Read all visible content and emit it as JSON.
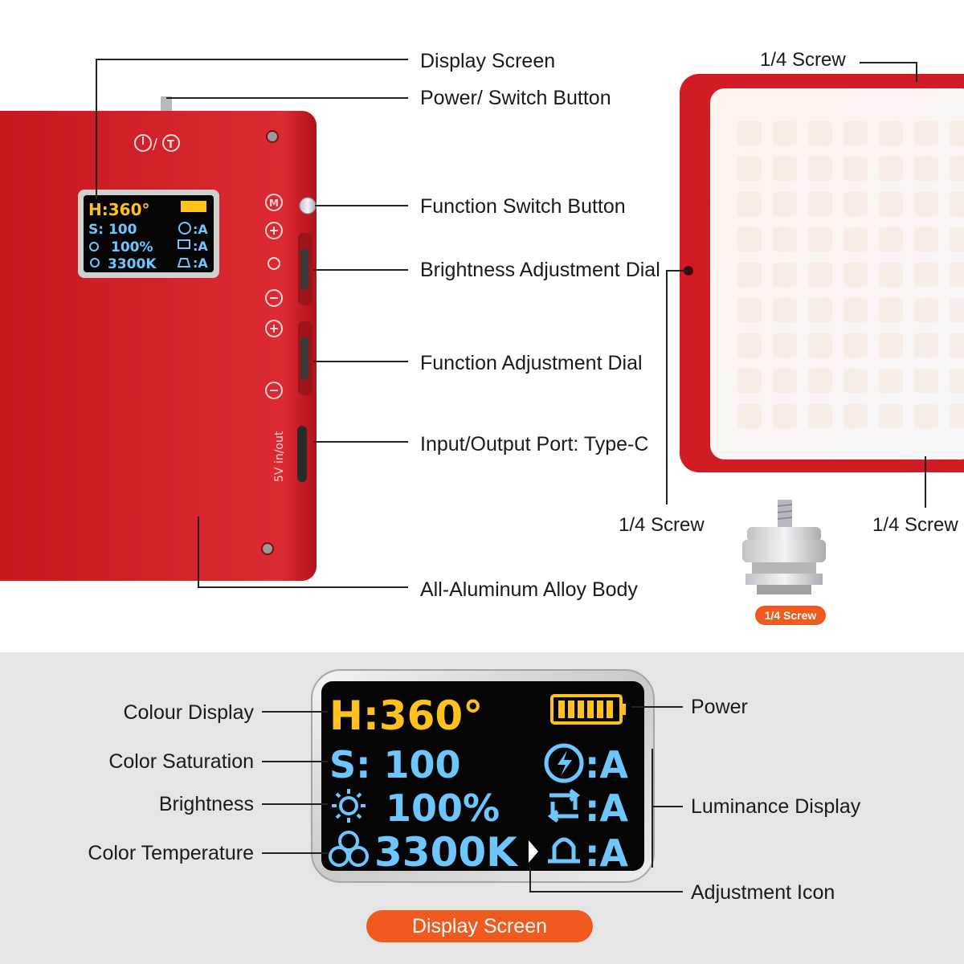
{
  "top_labels": {
    "display_screen": "Display Screen",
    "power_switch": "Power/ Switch Button",
    "function_switch": "Function Switch Button",
    "brightness_dial": "Brightness Adjustment Dial",
    "function_dial": "Function Adjustment Dial",
    "port": "Input/Output Port: Type-C",
    "body": "All-Aluminum Alloy Body",
    "screw_top": "1/4 Screw",
    "screw_left": "1/4 Screw",
    "screw_right": "1/4 Screw",
    "screw_badge": "1/4 Screw"
  },
  "device": {
    "power_icon_text": "⏻/T",
    "mode_icon_text": "M",
    "port_text": "5V in/out"
  },
  "screen": {
    "hue": "H:360°",
    "sat": "S: 100",
    "bright": "100%",
    "temp": "3300K",
    "a1": ":A",
    "a2": ":A",
    "a3": ":A"
  },
  "bottom_labels": {
    "colour_display": "Colour Display",
    "color_saturation": "Color Saturation",
    "brightness": "Brightness",
    "color_temperature": "Color Temperature",
    "power": "Power",
    "luminance_display": "Luminance Display",
    "adjustment_icon": "Adjustment Icon",
    "banner": "Display Screen"
  },
  "colors": {
    "device_red": "#d9202a",
    "oled_yellow": "#ffc21c",
    "oled_blue": "#6ec6ff",
    "banner_orange": "#f05a1e"
  }
}
